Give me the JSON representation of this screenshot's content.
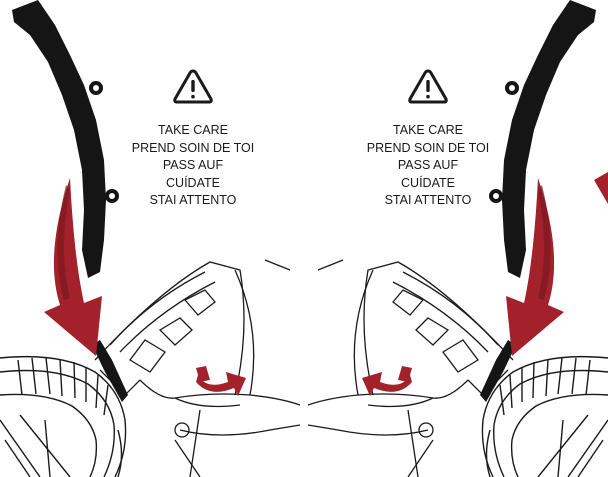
{
  "colors": {
    "arrow_red": "#a3212b",
    "arrow_red_dark": "#7a1820",
    "bracket_black": "#151515",
    "line_black": "#1a1a1a",
    "background": "#ffffff"
  },
  "icons": {
    "warning": "warning-triangle-icon",
    "rotate_left_panel": "rotate-arrow-icon",
    "rotate_right_panel": "rotate-arrow-icon",
    "insert_arrow": "curved-insert-arrow-icon"
  },
  "panels": [
    {
      "id": "left",
      "warning_lines": [
        "TAKE CARE",
        "PREND SOIN DE TOI",
        "PASS AUF",
        "CUÍDATE",
        "STAI ATTENTO"
      ]
    },
    {
      "id": "right",
      "warning_lines": [
        "TAKE CARE",
        "PREND SOIN DE TOI",
        "PASS AUF",
        "CUÍDATE",
        "STAI ATTENTO"
      ]
    }
  ]
}
